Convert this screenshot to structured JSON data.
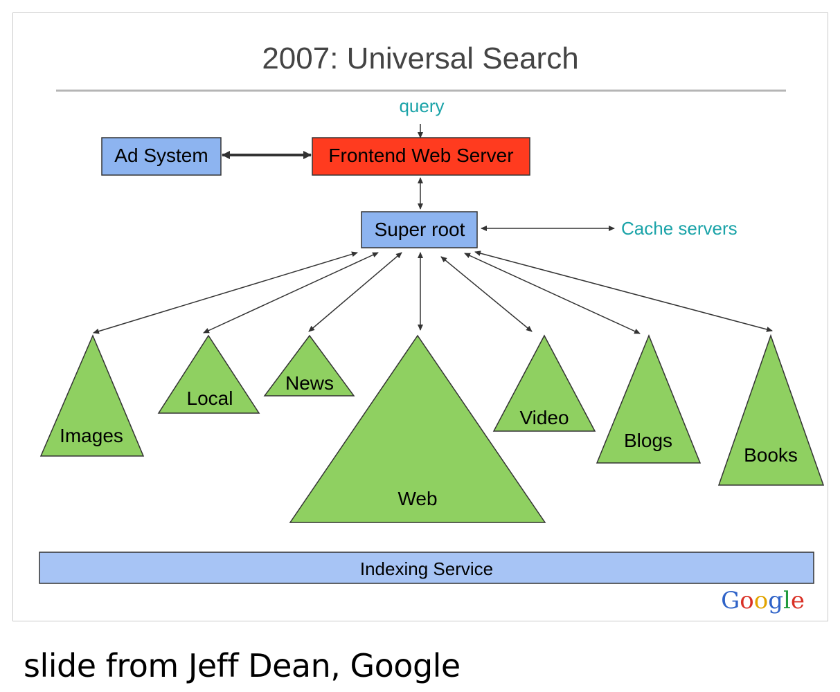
{
  "slide": {
    "title": "2007: Universal Search",
    "query_label": "query",
    "ad_system_label": "Ad System",
    "frontend_label": "Frontend Web Server",
    "super_root_label": "Super root",
    "cache_label": "Cache servers",
    "indexing_label": "Indexing Service",
    "logo_text": "Google",
    "logo_letters": [
      "G",
      "o",
      "o",
      "g",
      "l",
      "e"
    ],
    "logo_colors": [
      "#2f63c8",
      "#d93025",
      "#e2a400",
      "#2f63c8",
      "#1f9a3d",
      "#d93025"
    ],
    "colors": {
      "frontend": "#ff3b1f",
      "blue_box": "#8db4f0",
      "triangle": "#8fd061",
      "indexing": "#a7c4f5",
      "teal": "#1aa3a8"
    },
    "verticals": [
      {
        "id": "images",
        "label": "Images"
      },
      {
        "id": "local",
        "label": "Local"
      },
      {
        "id": "news",
        "label": "News"
      },
      {
        "id": "web",
        "label": "Web"
      },
      {
        "id": "video",
        "label": "Video"
      },
      {
        "id": "blogs",
        "label": "Blogs"
      },
      {
        "id": "books",
        "label": "Books"
      }
    ]
  },
  "caption": "slide from Jeff Dean, Google"
}
